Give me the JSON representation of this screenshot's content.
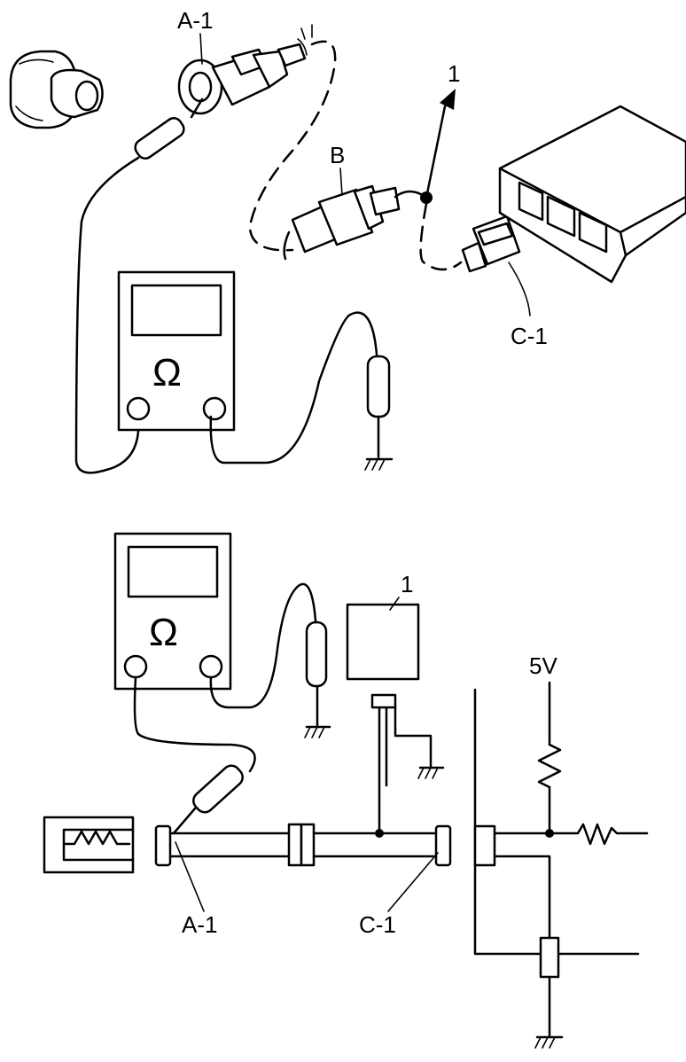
{
  "labels": {
    "top_a1": "A-1",
    "top_b": "B",
    "top_one": "1",
    "top_c1": "C-1",
    "bottom_one": "1",
    "bottom_5v": "5V",
    "bottom_a1": "A-1",
    "bottom_c1": "C-1"
  },
  "icons": {
    "ohm": "Ω"
  }
}
